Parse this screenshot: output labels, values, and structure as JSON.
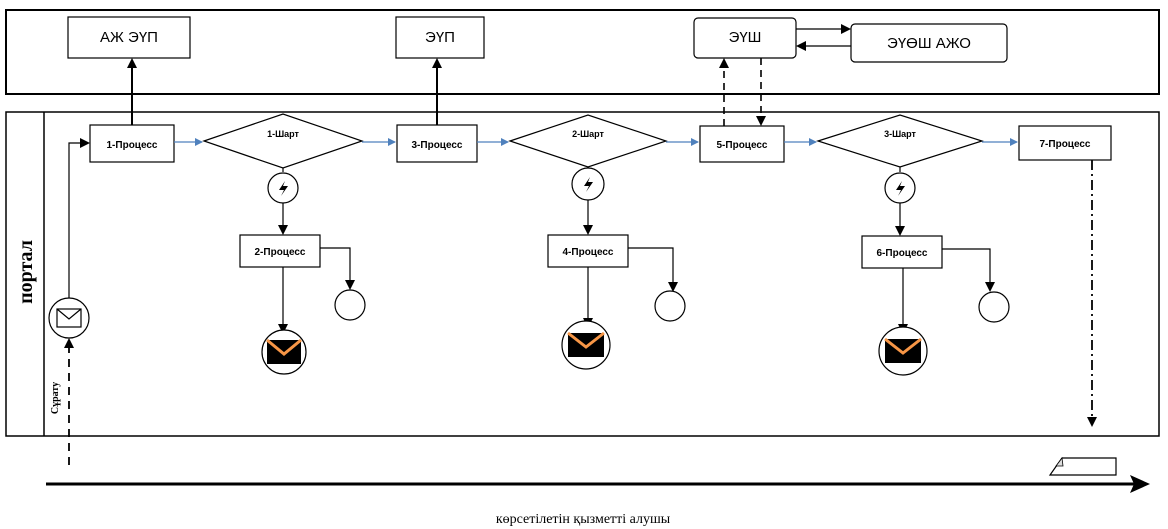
{
  "external_systems": {
    "aj_eup": "АЖ ЭҮП",
    "eup": "ЭҮП",
    "eush": "ЭҮШ",
    "euosh_ajo": "ЭҮӨШ АЖО"
  },
  "lane": {
    "title": "портал",
    "request_label": "Сұрату"
  },
  "processes": {
    "p1": "1-Процесс",
    "p2": "2-Процесс",
    "p3": "3-Процесс",
    "p4": "4-Процесс",
    "p5": "5-Процесс",
    "p6": "6-Процесс",
    "p7": "7-Процесс"
  },
  "conditions": {
    "c1": "1-Шарт",
    "c2": "2-Шарт",
    "c3": "3-Шарт"
  },
  "footer": {
    "service_recipient": "көрсетілетін қызметті алушы"
  },
  "colors": {
    "flow_line": "#4f81bd",
    "stroke": "#000000",
    "envelope_fill": "#000000",
    "envelope_flap": "#f79646"
  }
}
